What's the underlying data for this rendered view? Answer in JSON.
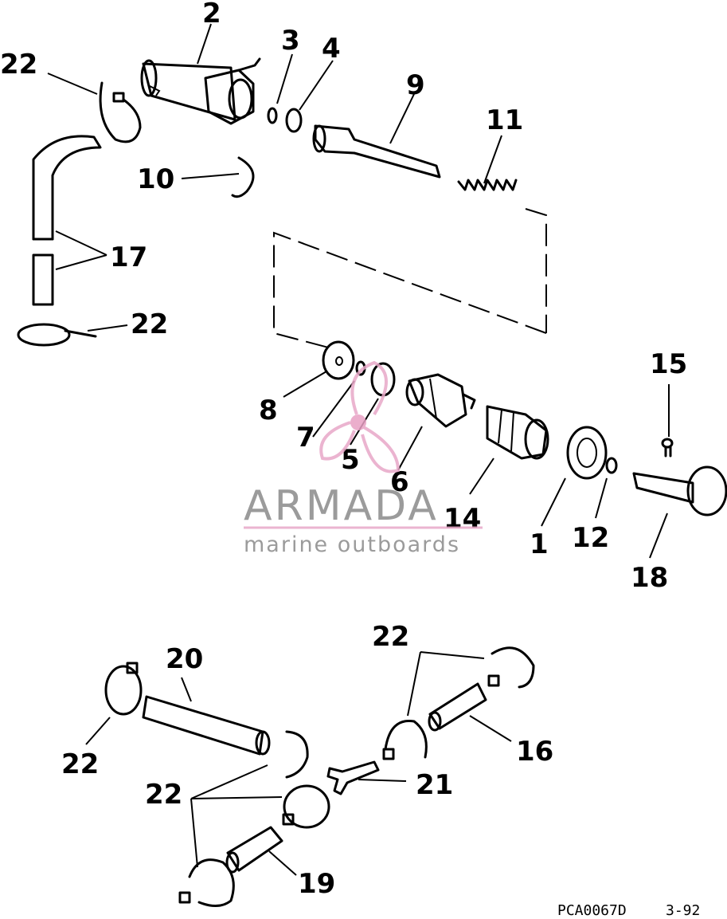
{
  "callouts": {
    "c2": "2",
    "c3": "3",
    "c4": "4",
    "c9": "9",
    "c11": "11",
    "c22a": "22",
    "c10": "10",
    "c17": "17",
    "c22b": "22",
    "c15": "15",
    "c8": "8",
    "c7": "7",
    "c5": "5",
    "c6": "6",
    "c14": "14",
    "c1": "1",
    "c12": "12",
    "c18": "18",
    "c20": "20",
    "c22c": "22",
    "c22d": "22",
    "c16": "16",
    "c22e": "22",
    "c21": "21",
    "c19": "19"
  },
  "watermark": {
    "title": "ARMADA",
    "subtitle": "marine outboards"
  },
  "footer": {
    "code": "PCA0067D",
    "page": "3-92"
  }
}
